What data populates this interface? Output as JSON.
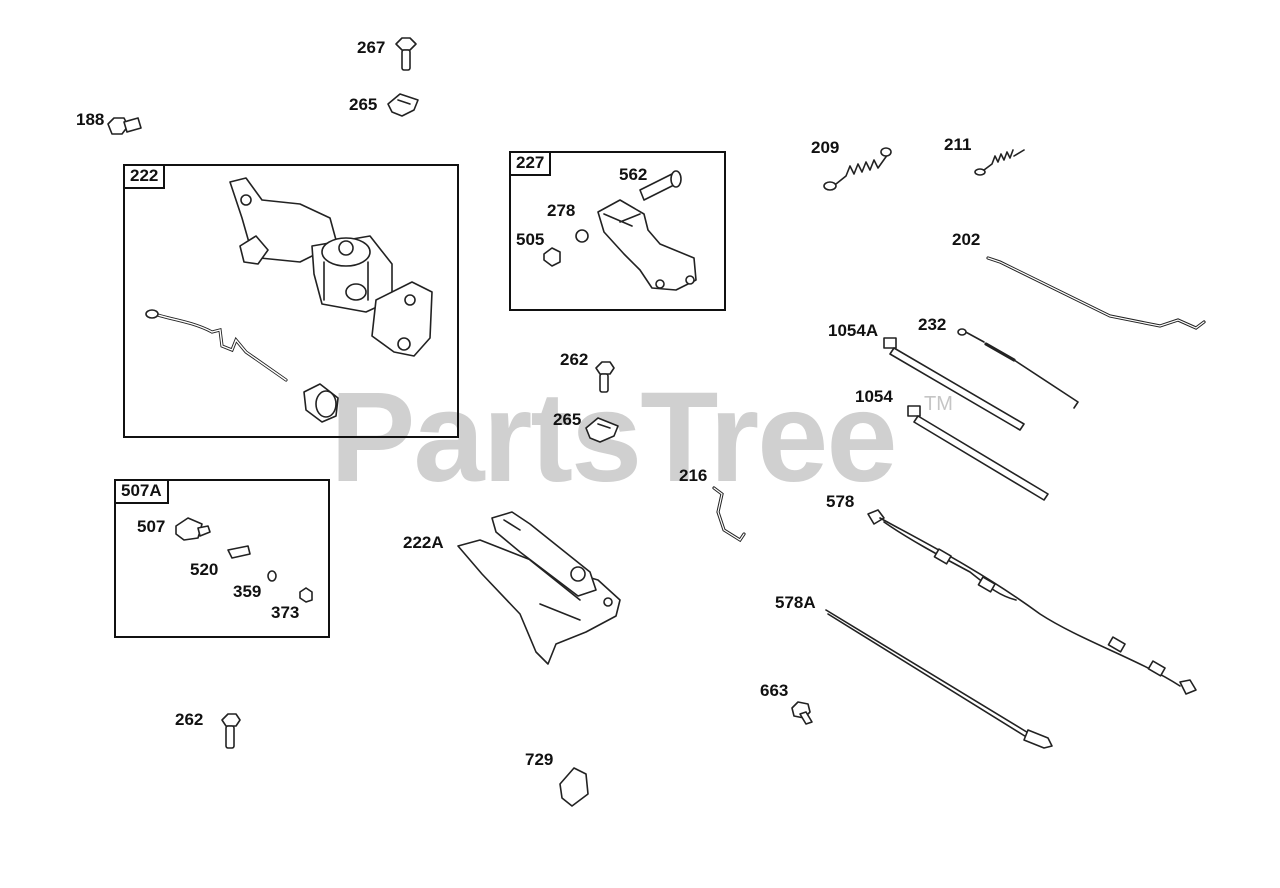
{
  "watermark": {
    "brand": "PartsTree",
    "trademark": "TM"
  },
  "boxes": [
    {
      "id": "222",
      "label": "222"
    },
    {
      "id": "227",
      "label": "227"
    },
    {
      "id": "507A",
      "label": "507A"
    }
  ],
  "callouts": [
    {
      "id": "267",
      "label": "267"
    },
    {
      "id": "265a",
      "label": "265"
    },
    {
      "id": "188",
      "label": "188"
    },
    {
      "id": "562",
      "label": "562"
    },
    {
      "id": "278",
      "label": "278"
    },
    {
      "id": "505",
      "label": "505"
    },
    {
      "id": "209",
      "label": "209"
    },
    {
      "id": "211",
      "label": "211"
    },
    {
      "id": "202",
      "label": "202"
    },
    {
      "id": "1054A",
      "label": "1054A"
    },
    {
      "id": "232",
      "label": "232"
    },
    {
      "id": "1054",
      "label": "1054"
    },
    {
      "id": "262a",
      "label": "262"
    },
    {
      "id": "265b",
      "label": "265"
    },
    {
      "id": "216",
      "label": "216"
    },
    {
      "id": "578",
      "label": "578"
    },
    {
      "id": "222A",
      "label": "222A"
    },
    {
      "id": "507",
      "label": "507"
    },
    {
      "id": "520",
      "label": "520"
    },
    {
      "id": "359",
      "label": "359"
    },
    {
      "id": "373",
      "label": "373"
    },
    {
      "id": "578A",
      "label": "578A"
    },
    {
      "id": "663",
      "label": "663"
    },
    {
      "id": "262b",
      "label": "262"
    },
    {
      "id": "729",
      "label": "729"
    }
  ]
}
